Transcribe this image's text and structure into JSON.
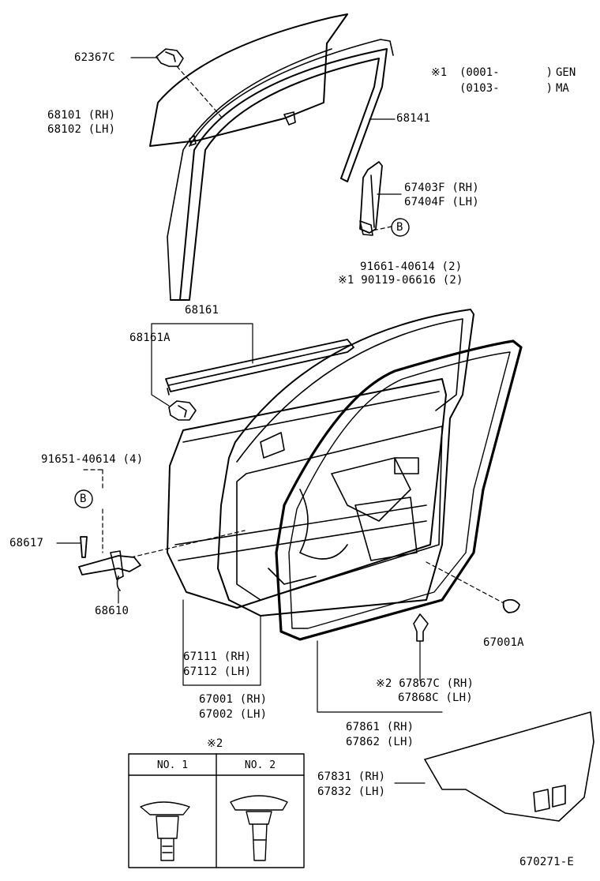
{
  "notes": {
    "line1_mark": "※1",
    "line1_range": "(0001-       )",
    "line1_value": "GEN",
    "line2_range": "(0103-       )",
    "line2_value": "MA"
  },
  "parts": {
    "p62367C": "62367C",
    "p68101": "68101 (RH)",
    "p68102": "68102 (LH)",
    "p68141": "68141",
    "p67403F": "67403F (RH)",
    "p67404F": "67404F (LH)",
    "callout_b_upper": "B",
    "p91661": "91661-40614 (2)",
    "p90119": "※1 90119-06616 (2)",
    "p68161": "68161",
    "p68161A": "68161A",
    "p91651": "91651-40614 (4)",
    "callout_b_lower": "B",
    "p68617": "68617",
    "p68610": "68610",
    "p67111": "67111 (RH)",
    "p67112": "67112 (LH)",
    "p67001": "67001 (RH)",
    "p67002": "67002 (LH)",
    "p67001A": "67001A",
    "p67867C": "※2 67867C (RH)",
    "p67868C": "67868C (LH)",
    "p67861": "67861 (RH)",
    "p67862": "67862 (LH)",
    "p67831": "67831 (RH)",
    "p67832": "67832 (LH)"
  },
  "clip_table": {
    "mark": "※2",
    "col1": "NO. 1",
    "col2": "NO. 2"
  },
  "diagram_code": "670271-E"
}
